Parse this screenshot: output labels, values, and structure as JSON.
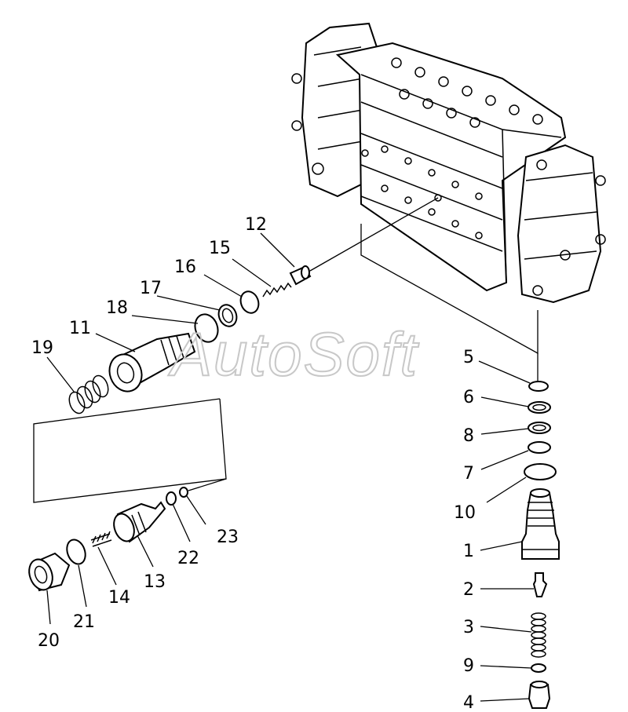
{
  "watermark": "AutoSoft",
  "callouts": {
    "c1": "1",
    "c2": "2",
    "c3": "3",
    "c4": "4",
    "c5": "5",
    "c6": "6",
    "c7": "7",
    "c8": "8",
    "c9": "9",
    "c10": "10",
    "c11": "11",
    "c12": "12",
    "c13": "13",
    "c14": "14",
    "c15": "15",
    "c16": "16",
    "c17": "17",
    "c18": "18",
    "c19": "19",
    "c20": "20",
    "c21": "21",
    "c22": "22",
    "c23": "23"
  }
}
